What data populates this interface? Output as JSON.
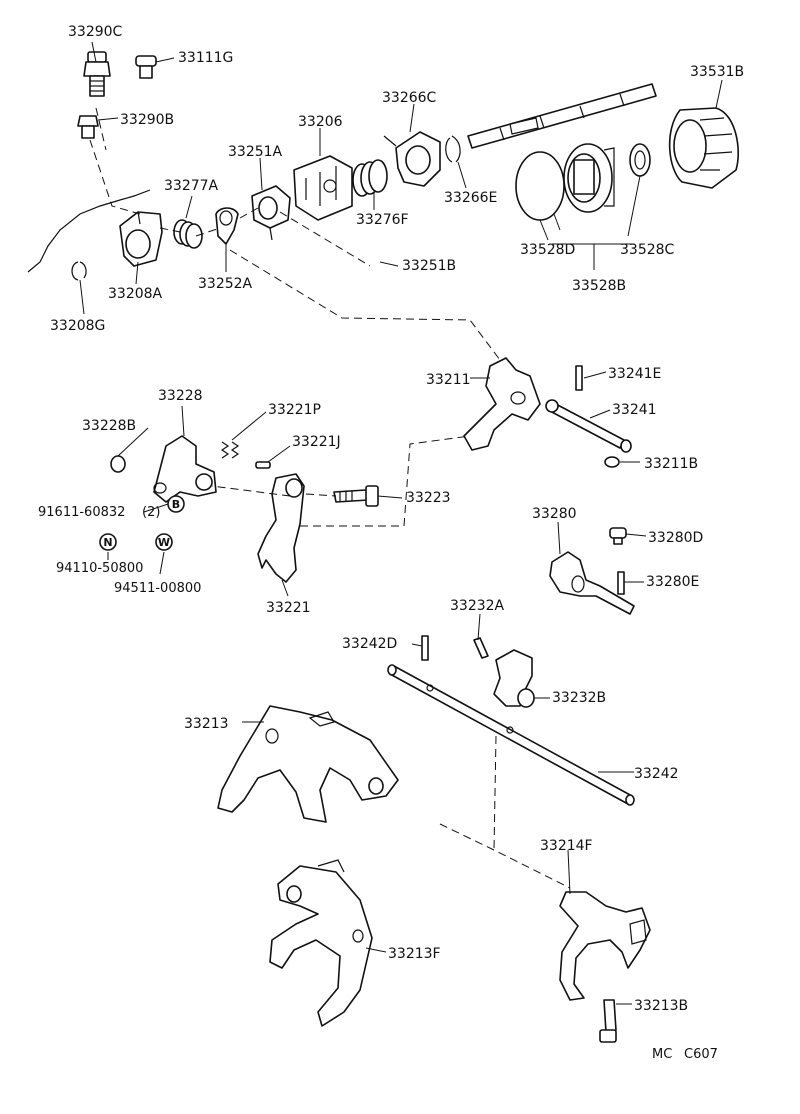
{
  "diagram": {
    "labels": {
      "p33290C": "33290C",
      "p33111G": "33111G",
      "p33290B": "33290B",
      "p33206": "33206",
      "p33266C": "33266C",
      "p33531B": "33531B",
      "p33251A": "33251A",
      "p33277A": "33277A",
      "p33266E": "33266E",
      "p33276F": "33276F",
      "p33528D": "33528D",
      "p33528C": "33528C",
      "p33528B": "33528B",
      "p33208A": "33208A",
      "p33252A": "33252A",
      "p33251B": "33251B",
      "p33208G": "33208G",
      "p33211": "33211",
      "p33241E": "33241E",
      "p33241": "33241",
      "p33211B": "33211B",
      "p33228": "33228",
      "p33221P": "33221P",
      "p33228B": "33228B",
      "p33221J": "33221J",
      "p33223": "33223",
      "p91611_60832": "91611-60832",
      "p91611_qty": "(2)",
      "p94110_50800": "94110-50800",
      "p94511_00800": "94511-00800",
      "p33221": "33221",
      "p33280": "33280",
      "p33280D": "33280D",
      "p33280E": "33280E",
      "p33232A": "33232A",
      "p33242D": "33242D",
      "p33232B": "33232B",
      "p33213": "33213",
      "p33242": "33242",
      "p33214F": "33214F",
      "p33213F": "33213F",
      "p33213B": "33213B",
      "code_mc": "MC",
      "code_c607": "C607"
    },
    "symbols": {
      "bolt": "B",
      "nut": "N",
      "washer": "W"
    }
  }
}
